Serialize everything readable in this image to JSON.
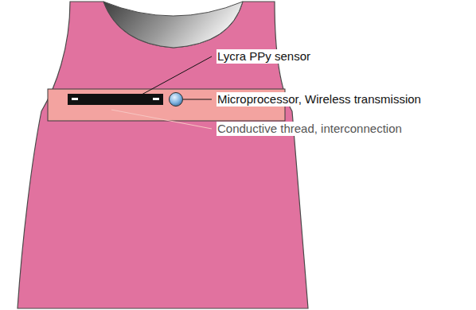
{
  "diagram": {
    "labels": [
      "Lycra PPy sensor",
      "Microprocessor, Wireless transmission",
      "Conductive thread, interconnection"
    ]
  }
}
